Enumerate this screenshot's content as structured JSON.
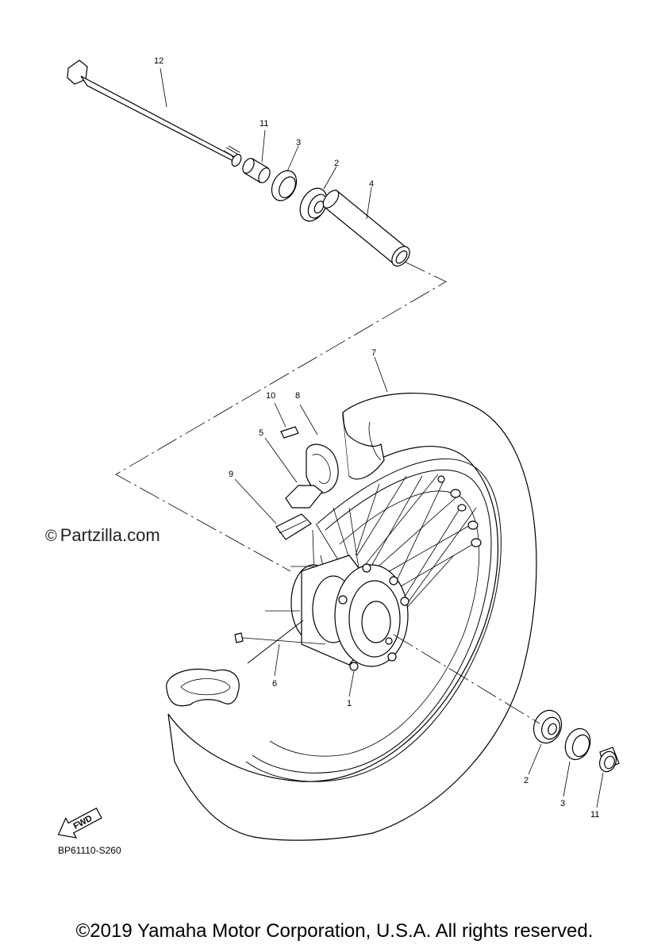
{
  "callouts": {
    "c12": "12",
    "c11a": "11",
    "c3a": "3",
    "c2a": "2",
    "c4": "4",
    "c7": "7",
    "c10": "10",
    "c8": "8",
    "c5": "5",
    "c9": "9",
    "c6": "6",
    "c1": "1",
    "c2b": "2",
    "c3b": "3",
    "c11b": "11"
  },
  "watermark": {
    "symbol": "©",
    "text": "Partzilla.com"
  },
  "fwd_label": "FWD",
  "diagram_code": "BP61110-S260",
  "copyright": "©2019 Yamaha Motor Corporation, U.S.A. All rights reserved."
}
